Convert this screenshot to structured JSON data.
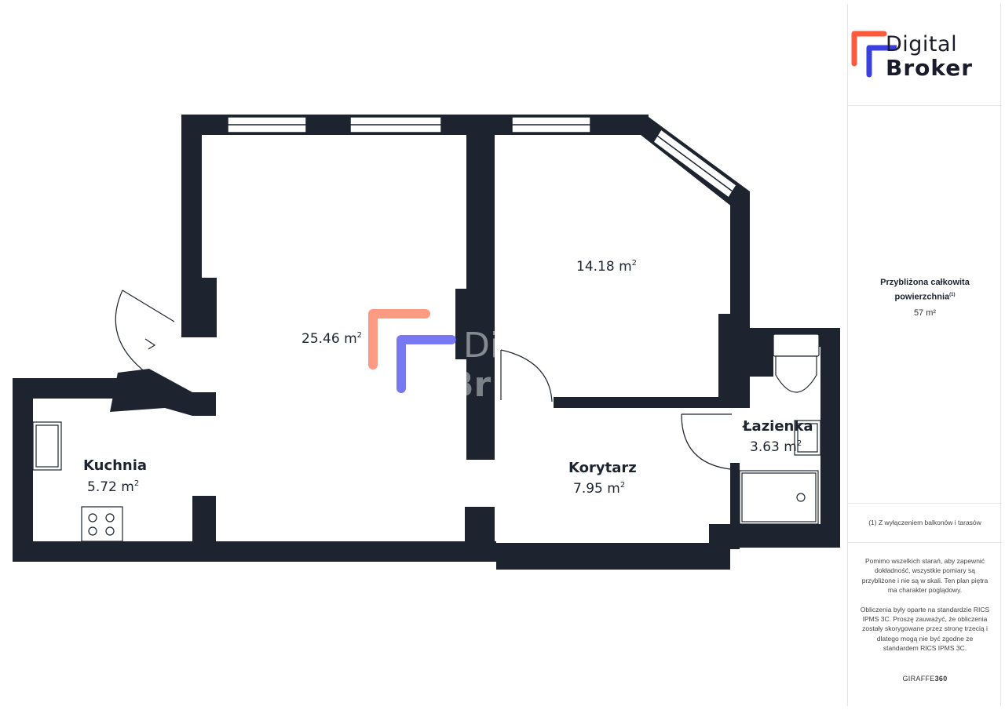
{
  "brand": {
    "line1": "Digital",
    "line2": "Broker",
    "accent_orange": "#ff5a3c",
    "accent_blue": "#3a3fe0"
  },
  "rooms": [
    {
      "id": "living",
      "name": "",
      "area": "25.46 m"
    },
    {
      "id": "bedroom",
      "name": "",
      "area": "14.18 m"
    },
    {
      "id": "kitchen",
      "name": "Kuchnia",
      "area": "5.72 m"
    },
    {
      "id": "corridor",
      "name": "Korytarz",
      "area": "7.95 m"
    },
    {
      "id": "bathroom",
      "name": "Łazienka",
      "area": "3.63 m"
    }
  ],
  "area_superscript": "2",
  "summary": {
    "label": "Przybliżona całkowita powierzchnia",
    "label_note": "(1)",
    "value": "57 m²"
  },
  "footnote": "(1) Z wyłączeniem balkonów i tarasów",
  "disclaimer": {
    "p1": "Pomimo wszelkich starań, aby zapewnić dokładność, wszystkie pomiary są przybliżone i nie są w skali. Ten plan piętra ma charakter poglądowy.",
    "p2": "Obliczenia były oparte na standardzie RICS IPMS 3C. Proszę zauważyć, że obliczenia zostały skorygowane przez stronę trzecią i dlatego mogą nie być zgodne ze standardem RICS IPMS 3C."
  },
  "credit": {
    "part1": "GIRAFFE",
    "part2": "360"
  },
  "colors": {
    "wall": "#1d2430",
    "window_frame": "#1d2430"
  }
}
